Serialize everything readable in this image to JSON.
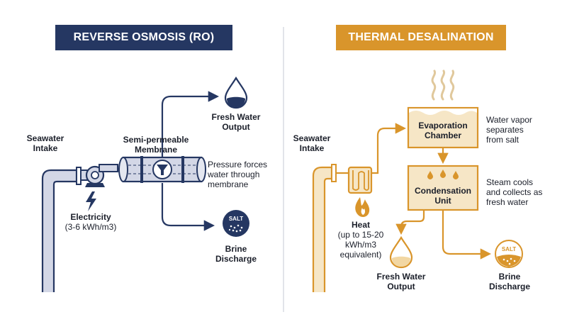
{
  "colors": {
    "navy": "#253762",
    "gold": "#d9952b",
    "pipe_fill": "#d3d7e6",
    "gold_fill": "#f6e6c6",
    "divider": "#cfd3da"
  },
  "ro": {
    "title": "REVERSE OSMOSIS (RO)",
    "seawater_intake": [
      "Seawater",
      "Intake"
    ],
    "membrane_label": [
      "Semi-permeable",
      "Membrane"
    ],
    "pressure_note": [
      "Pressure forces",
      "water through",
      "membrane"
    ],
    "fresh_water": [
      "Fresh Water",
      "Output"
    ],
    "electricity": "Electricity",
    "electricity_value": "(3-6 kWh/m3)",
    "salt_badge": "SALT",
    "brine": [
      "Brine",
      "Discharge"
    ],
    "icons": [
      "pump-icon",
      "lightning-icon",
      "funnel-icon",
      "water-drop-icon",
      "salt-icon"
    ]
  },
  "thermal": {
    "title": "THERMAL DESALINATION",
    "seawater_intake": [
      "Seawater",
      "Intake"
    ],
    "evaporation": [
      "Evaporation",
      "Chamber"
    ],
    "vapor_note": [
      "Water vapor",
      "separates",
      "from salt"
    ],
    "condensation": [
      "Condensation",
      "Unit"
    ],
    "steam_note": [
      "Steam cools",
      "and collects as",
      "fresh water"
    ],
    "heat": "Heat",
    "heat_value": [
      "(up to 15-20",
      "kWh/m3",
      "equivalent)"
    ],
    "fresh_water": [
      "Fresh Water",
      "Output"
    ],
    "salt_badge": "SALT",
    "brine": [
      "Brine",
      "Discharge"
    ],
    "icons": [
      "heat-exchanger-icon",
      "flame-icon",
      "steam-icon",
      "water-drop-icon",
      "salt-icon"
    ]
  }
}
